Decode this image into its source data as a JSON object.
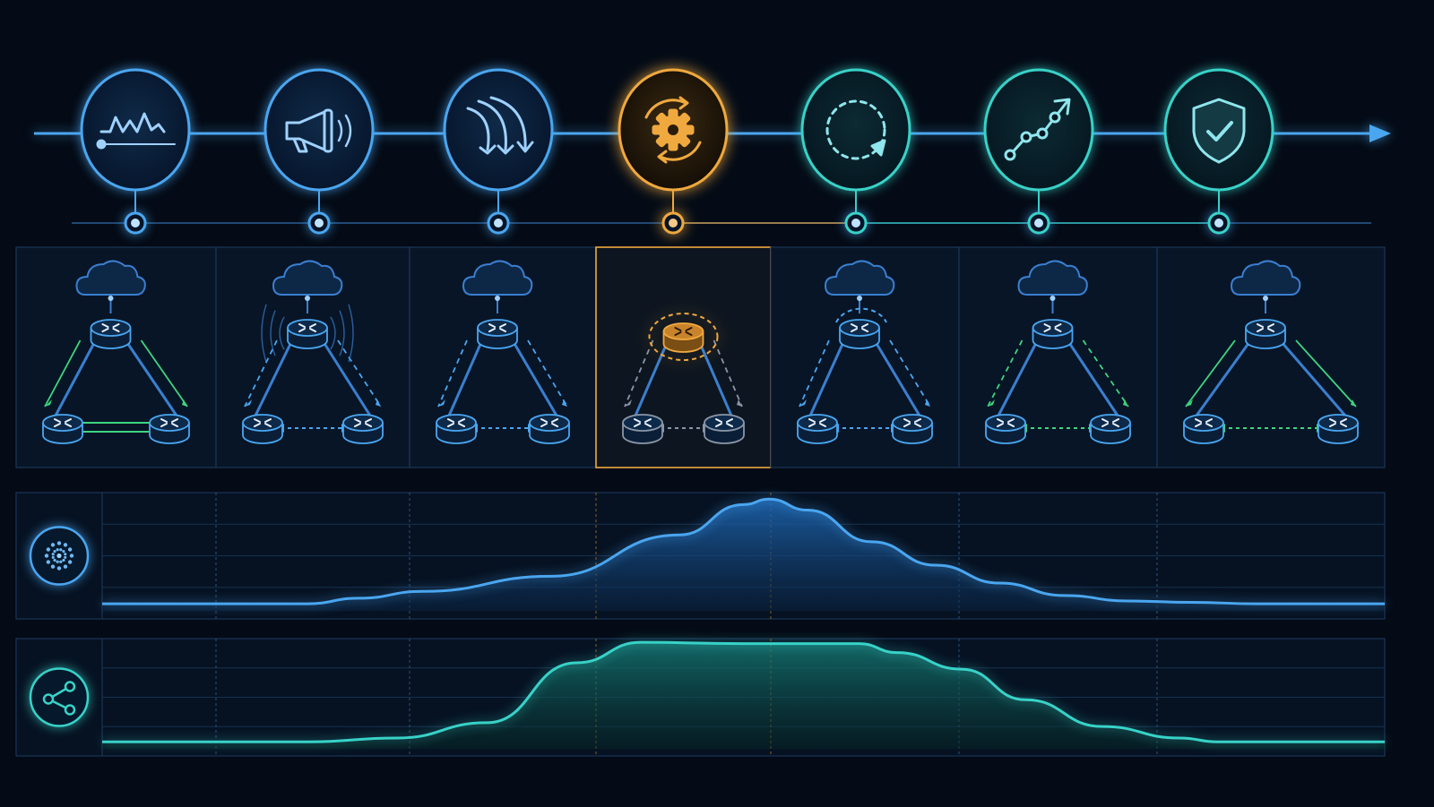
{
  "colors": {
    "background": "#040b16",
    "primary_blue": "#4aa6f0",
    "active_orange": "#f0a93e",
    "recovery_teal": "#38d2c8",
    "healthy_green": "#3ed57f",
    "panel_border": "#1c3556"
  },
  "timeline": {
    "direction": "left-to-right",
    "stages": [
      {
        "icon": "waveform-anomaly-icon",
        "tone": "blue",
        "state": "normal"
      },
      {
        "icon": "megaphone-alert-icon",
        "tone": "blue",
        "state": "alerting"
      },
      {
        "icon": "diverting-arrows-icon",
        "tone": "blue",
        "state": "rerouting"
      },
      {
        "icon": "gear-cycle-icon",
        "tone": "orange",
        "state": "active"
      },
      {
        "icon": "dashed-circle-refresh-icon",
        "tone": "teal",
        "state": "restoring"
      },
      {
        "icon": "trending-up-graph-icon",
        "tone": "teal",
        "state": "recovering"
      },
      {
        "icon": "shield-check-icon",
        "tone": "teal",
        "state": "secured"
      }
    ]
  },
  "network_panels": [
    {
      "side_links": "solid",
      "bottom_link": "double-solid",
      "tone": "green",
      "router_waves": false,
      "highlight": false
    },
    {
      "side_links": "dashed",
      "bottom_link": "dotted",
      "tone": "blue",
      "router_waves": true,
      "highlight": false
    },
    {
      "side_links": "dashed",
      "bottom_link": "dotted",
      "tone": "blue",
      "router_waves": false,
      "highlight": false
    },
    {
      "side_links": "dashed",
      "bottom_link": "dotted",
      "tone": "gray",
      "router_waves": false,
      "highlight": true
    },
    {
      "side_links": "dashed",
      "bottom_link": "dotted",
      "tone": "blue",
      "router_waves": false,
      "highlight": false,
      "cloud_loop": true
    },
    {
      "side_links": "dashed",
      "bottom_link": "dotted",
      "tone": "green",
      "router_waves": false,
      "highlight": false
    },
    {
      "side_links": "solid",
      "bottom_link": "dotted",
      "tone": "green",
      "router_waves": false,
      "highlight": false
    }
  ],
  "chart_data": [
    {
      "type": "area",
      "icon": "particle-burst-icon",
      "color": "#4aa6f0",
      "x": [
        0,
        0.08,
        0.16,
        0.2,
        0.25,
        0.35,
        0.45,
        0.5,
        0.52,
        0.55,
        0.6,
        0.65,
        0.7,
        0.75,
        0.8,
        0.85,
        0.9,
        1
      ],
      "y": [
        0,
        0,
        0,
        0.04,
        0.09,
        0.2,
        0.5,
        0.72,
        0.76,
        0.68,
        0.45,
        0.28,
        0.15,
        0.06,
        0.02,
        0.01,
        0,
        0
      ],
      "ylim": [
        0,
        1
      ]
    },
    {
      "type": "area",
      "icon": "share-nodes-icon",
      "color": "#38d2c8",
      "x": [
        0,
        0.16,
        0.23,
        0.3,
        0.37,
        0.42,
        0.5,
        0.55,
        0.59,
        0.62,
        0.67,
        0.72,
        0.78,
        0.84,
        0.87,
        0.92,
        1
      ],
      "y": [
        0,
        0,
        0.03,
        0.15,
        0.62,
        0.78,
        0.77,
        0.77,
        0.77,
        0.7,
        0.57,
        0.33,
        0.12,
        0.03,
        0,
        0,
        0
      ],
      "ylim": [
        0,
        1
      ]
    }
  ]
}
